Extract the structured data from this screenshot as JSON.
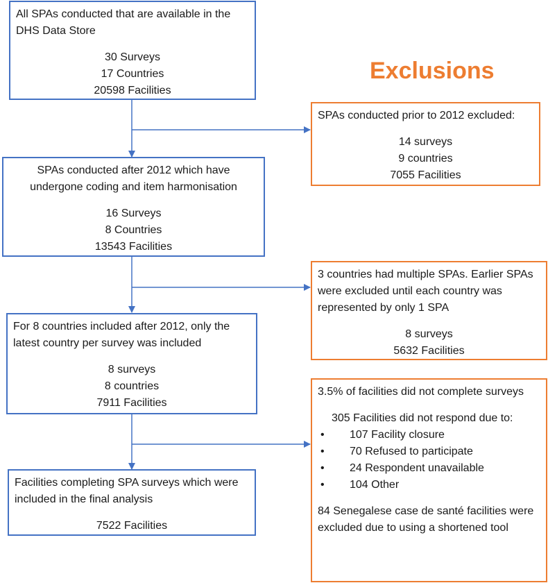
{
  "title": "Exclusions",
  "colors": {
    "main_border": "#4472c4",
    "excl_border": "#ed7d31",
    "title": "#ed7d31"
  },
  "main_boxes": [
    {
      "heading": "All SPAs conducted that are available in the DHS Data Store",
      "lines": [
        "30 Surveys",
        "17 Countries",
        "20598 Facilities"
      ]
    },
    {
      "heading": "SPAs conducted after 2012 which have undergone coding and item harmonisation",
      "lines": [
        "16 Surveys",
        "8 Countries",
        "13543 Facilities"
      ]
    },
    {
      "heading": "For 8 countries included after 2012, only the latest country per survey was included",
      "lines": [
        "8 surveys",
        "8 countries",
        "7911 Facilities"
      ]
    },
    {
      "heading": "Facilities completing SPA surveys which were included in the final analysis",
      "lines": [
        "7522 Facilities"
      ]
    }
  ],
  "exclusion_boxes": [
    {
      "heading": "SPAs conducted prior to 2012 excluded:",
      "lines": [
        "14 surveys",
        "9 countries",
        "7055 Facilities"
      ]
    },
    {
      "heading": "3 countries had multiple SPAs. Earlier SPAs were excluded until each country was represented by only 1 SPA",
      "lines": [
        "8 surveys",
        "5632 Facilities"
      ]
    },
    {
      "heading": "3.5% of facilities did not complete surveys",
      "subheading": "305 Facilities did not respond due to:",
      "bullets": [
        "107 Facility closure",
        "70 Refused to participate",
        "24 Respondent unavailable",
        "104 Other"
      ],
      "footer": "84 Senegalese case de santé facilities were excluded due to using a shortened tool"
    }
  ]
}
